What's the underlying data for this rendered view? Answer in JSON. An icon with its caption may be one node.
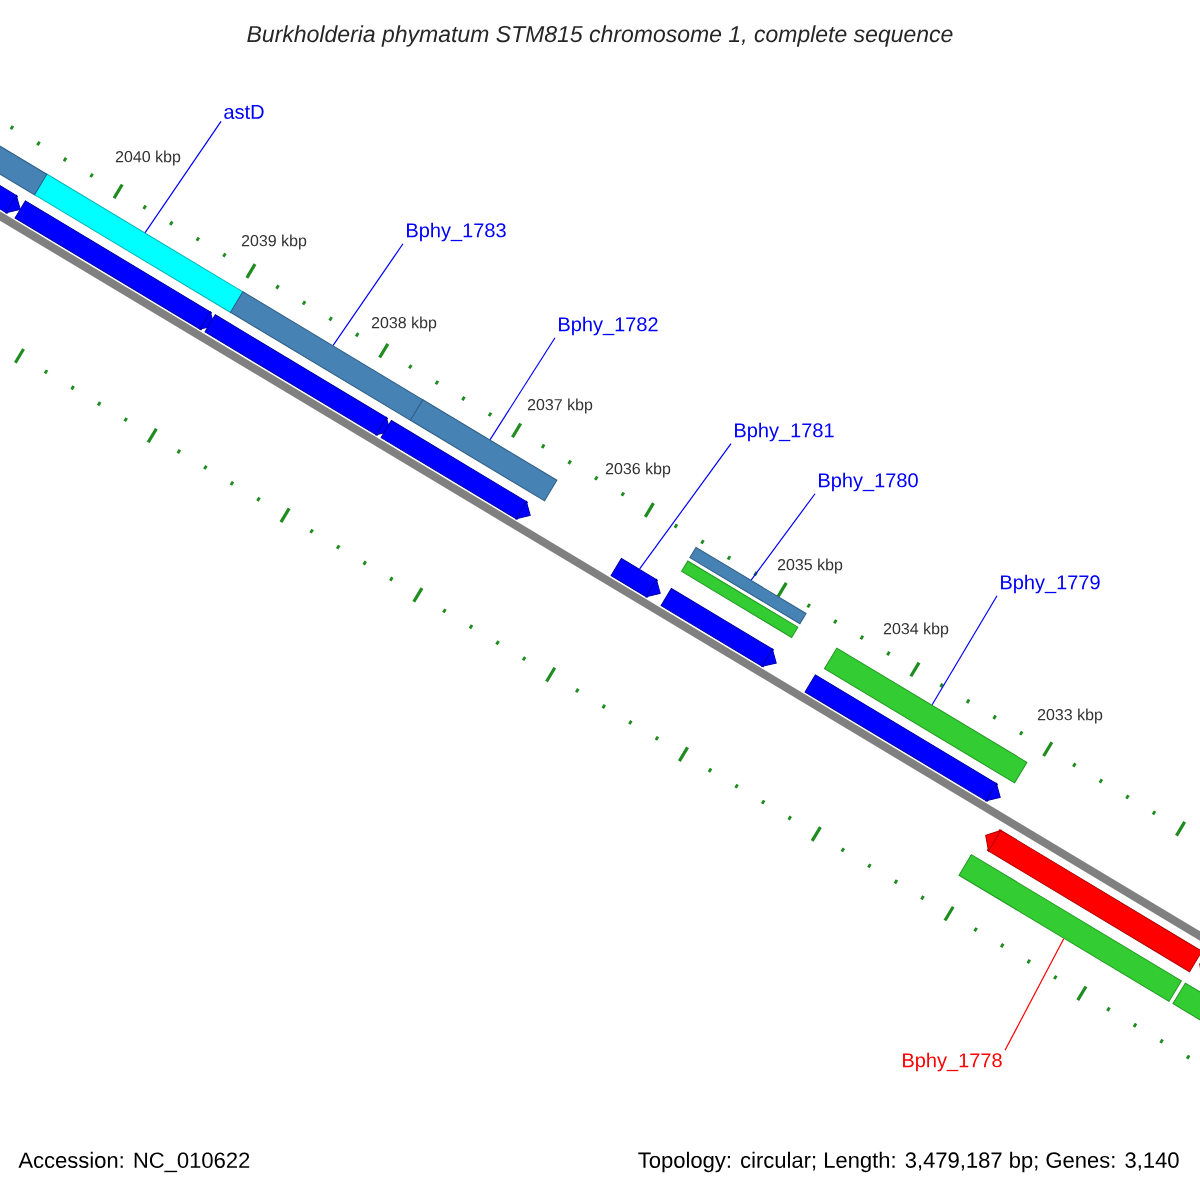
{
  "diagram": {
    "title": "Burkholderia phymatum STM815 chromosome 1, complete sequence",
    "nodes": [
      {
        "text": [
          "astD"
        ]
      },
      {
        "text": [],
        "shape": "bar"
      },
      {
        "text": [
          "Bphy_1783"
        ]
      },
      {
        "text": [],
        "shape": "bar"
      },
      {
        "text": [
          "Bphy_1782"
        ]
      },
      {
        "text": [],
        "shape": "bar"
      },
      {
        "text": [
          "Bphy_1781"
        ]
      },
      {
        "text": [],
        "shape": "bar"
      },
      {
        "text": [
          "Bphy_1780"
        ]
      },
      {
        "text": [],
        "shape": "bar"
      },
      {
        "text": [
          "Bphy_1779"
        ]
      },
      {
        "text": [],
        "shape": "bar"
      },
      {
        "text": [
          "Bphy_1778"
        ]
      },
      {
        "text": [],
        "shape": "bar"
      },
      {
        "text": [],
        "shape": "bar"
      },
      {
        "text": [],
        "shape": "bar"
      },
      {
        "text": [],
        "shape": "bar"
      },
      {
        "text": [],
        "shape": "bar"
      },
      {
        "text": [],
        "shape": "bar"
      },
      {
        "text": [],
        "shape": "bar"
      },
      {
        "text": [],
        "shape": "bar"
      },
      {
        "text": [],
        "shape": "bar"
      },
      {
        "text": [],
        "shape": "bar"
      },
      {
        "text": [],
        "shape": "bar"
      },
      {
        "text": [],
        "shape": "bar"
      }
    ],
    "edges": [
      {
        "from": 0,
        "to": 1,
        "arrow": "none"
      },
      {
        "from": 2,
        "to": 3,
        "arrow": "none"
      },
      {
        "from": 4,
        "to": 5,
        "arrow": "none"
      },
      {
        "from": 6,
        "to": 7,
        "arrow": "none"
      },
      {
        "from": 8,
        "to": 9,
        "arrow": "none"
      },
      {
        "from": 10,
        "to": 11,
        "arrow": "none"
      },
      {
        "from": 12,
        "to": 13,
        "arrow": "none",
        "color": "#ff0000"
      }
    ],
    "labels": [
      "2040 kbp",
      "2039 kbp",
      "2038 kbp",
      "2037 kbp",
      "2036 kbp",
      "2035 kbp",
      "2034 kbp",
      "2033 kbp",
      "Accession: NC_010622",
      "Topology: circular; Length: 3,479,187 bp; Genes: 3,140"
    ]
  }
}
